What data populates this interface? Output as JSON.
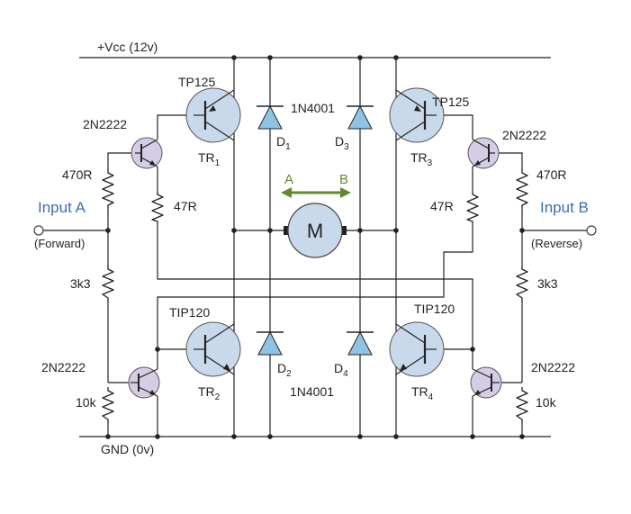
{
  "labels": {
    "vcc": "+Vcc (12v)",
    "gnd": "GND (0v)",
    "input_a": "Input A",
    "input_a_sub": "(Forward)",
    "input_b": "Input B",
    "input_b_sub": "(Reverse)",
    "tr1_type": "TP125",
    "tr3_type": "TP125",
    "tr2_type": "TIP120",
    "tr4_type": "TIP120",
    "tr1": "TR",
    "tr1_sub": "1",
    "tr2": "TR",
    "tr2_sub": "2",
    "tr3": "TR",
    "tr3_sub": "3",
    "tr4": "TR",
    "tr4_sub": "4",
    "d1": "D",
    "d1_sub": "1",
    "d2": "D",
    "d2_sub": "2",
    "d3": "D",
    "d3_sub": "3",
    "d4": "D",
    "d4_sub": "4",
    "diode_top": "1N4001",
    "diode_bottom": "1N4001",
    "q_top_left": "2N2222",
    "q_top_right": "2N2222",
    "q_bottom_left": "2N2222",
    "q_bottom_right": "2N2222",
    "r_470_left": "470R",
    "r_470_right": "470R",
    "r_47_left": "47R",
    "r_47_right": "47R",
    "r_3k3_left": "3k3",
    "r_3k3_right": "3k3",
    "r_10k_left": "10k",
    "r_10k_right": "10k",
    "motor": "M",
    "dir_a": "A",
    "dir_b": "B"
  },
  "colors": {
    "wire": "#222222",
    "power_transistor": "#c9d9ec",
    "small_transistor": "#d5cde6",
    "diode": "#8fc3e6",
    "motor": "#c9d9ec",
    "input_text": "#3a6fb5",
    "direction_arrow": "#5f8a2e",
    "direction_text": "#5f8a2e"
  },
  "icons": {
    "motor": "motor-icon",
    "pnp": "pnp-transistor-icon",
    "npn": "npn-transistor-icon",
    "diode": "diode-icon",
    "resistor": "resistor-icon",
    "terminal": "terminal-icon"
  }
}
